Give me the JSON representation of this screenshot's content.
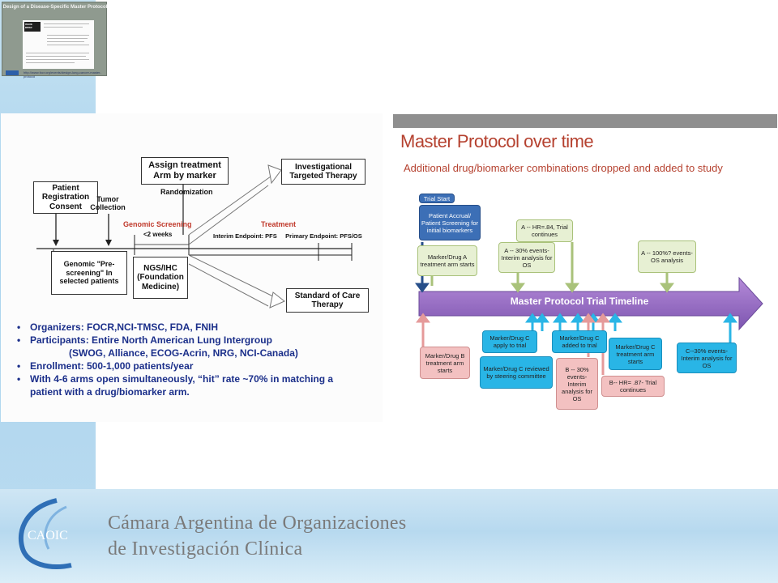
{
  "thumbnail": {
    "title": "Design of a Disease-Specific Master Protocol",
    "subtitle": "2012 Friends/Brookings Conference on Clinical Cancer Research",
    "badge": "ISSUE BRIEF",
    "url": "http://www.focr.org/events/design-lung-cancer-master-protocol"
  },
  "flow": {
    "patient_reg": "Patient Registration Consent",
    "tumor": "Tumor Collection",
    "genomic_screening": "Genomic Screening",
    "lt2weeks": "<2 weeks",
    "prescreen": "Genomic \"Pre-screening\" In selected patients",
    "ngs": "NGS/IHC (Foundation Medicine)",
    "assign": "Assign treatment Arm by marker",
    "randomization": "Randomization",
    "treatment": "Treatment",
    "endpoints": "Interim Endpoint: PFS     Primary Endpoint: PFS/OS",
    "investigational": "Investigational Targeted Therapy",
    "standard": "Standard of Care Therapy"
  },
  "bullets": [
    {
      "text": "Organizers: FOCR,NCI-TMSC, FDA, FNIH"
    },
    {
      "text": "Participants: Entire North American Lung Intergroup"
    },
    {
      "text": "(SWOG, Alliance, ECOG-Acrin, NRG, NCI-Canada)"
    },
    {
      "text": "Enrollment: 500-1,000 patients/year"
    },
    {
      "text": "With 4-6 arms open simultaneously, “hit” rate ~70% in matching a"
    },
    {
      "text": "patient with a drug/biomarker arm."
    }
  ],
  "master": {
    "title": "Master Protocol over time",
    "subtitle": "Additional drug/biomarker combinations dropped and added to study",
    "timeline": "Master Protocol Trial Timeline",
    "trial_start": "Trial Start",
    "accrual": "Patient Accrual/ Patient Screening for initial biomarkers",
    "marker_a": "Marker/Drug A treatment arm starts",
    "a_30": "A -- 30% events- Interim analysis for OS",
    "a_hr": "A -- HR=.84, Trial continues",
    "a_100": "A -- 100%? events- OS analysis",
    "marker_b": "Marker/Drug B treatment arm starts",
    "c_apply": "Marker/Drug C apply to trial",
    "c_reviewed": "Marker/Drug C reviewed by steering committee",
    "c_added": "Marker/Drug C added to trial",
    "b_30": "B -- 30% events- Interim analysis for OS",
    "b_hr": "B-- HR= .87- Trial continues",
    "c_arm": "Marker/Drug C treatment arm starts",
    "c_30": "C--30% events- Interim analysis for OS"
  },
  "logo": {
    "abbr": "CAOIC",
    "line1": "Cámara Argentina de Organizaciones",
    "line2": "de Investigación Clínica"
  }
}
